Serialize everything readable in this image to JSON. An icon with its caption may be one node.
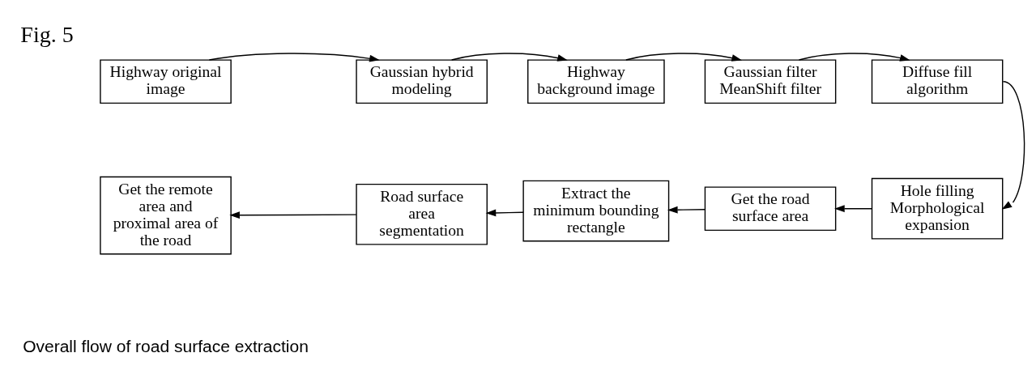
{
  "diagram": {
    "title": "Fig. 5",
    "caption": "Overall flow of road surface extraction",
    "nodes": [
      {
        "text": [
          "Highway original image"
        ]
      },
      {
        "text": [
          "Gaussian hybrid modeling"
        ]
      },
      {
        "text": [
          "Highway background image"
        ]
      },
      {
        "text": [
          "Gaussian filter MeanShift filter"
        ]
      },
      {
        "text": [
          "Diffuse fill algorithm"
        ]
      },
      {
        "text": [
          "Hole filling Morphological expansion"
        ]
      },
      {
        "text": [
          "Get the road surface area"
        ]
      },
      {
        "text": [
          "Extract the minimum bounding rectangle"
        ]
      },
      {
        "text": [
          "Road surface area segmentation"
        ]
      },
      {
        "text": [
          "Get the remote area and proximal area of the road"
        ]
      }
    ],
    "edges": [
      {
        "from": 0,
        "to": 1,
        "arrow": "to"
      },
      {
        "from": 1,
        "to": 2,
        "arrow": "to"
      },
      {
        "from": 2,
        "to": 3,
        "arrow": "to"
      },
      {
        "from": 3,
        "to": 4,
        "arrow": "to"
      },
      {
        "from": 4,
        "to": 5,
        "arrow": "to"
      },
      {
        "from": 5,
        "to": 6,
        "arrow": "to"
      },
      {
        "from": 6,
        "to": 7,
        "arrow": "to"
      },
      {
        "from": 7,
        "to": 8,
        "arrow": "to"
      },
      {
        "from": 8,
        "to": 9,
        "arrow": "to"
      }
    ]
  }
}
